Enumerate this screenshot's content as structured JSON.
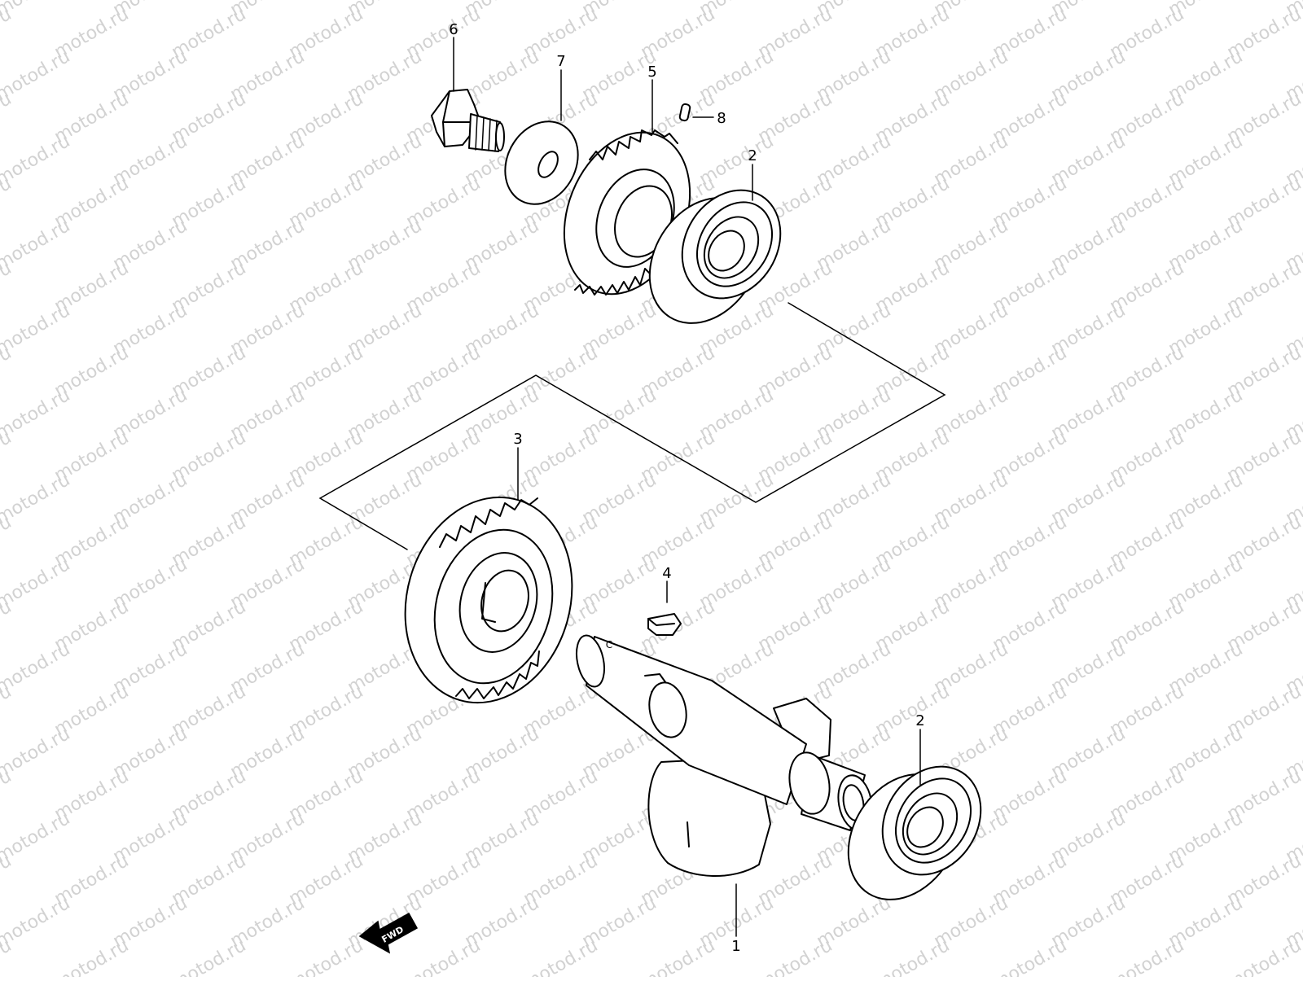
{
  "watermark": "motod.ru",
  "callouts": {
    "part_1": "1",
    "part_2_upper": "2",
    "part_2_lower": "2",
    "part_3": "3",
    "part_4": "4",
    "part_5": "5",
    "part_6": "6",
    "part_7": "7",
    "part_8": "8",
    "mark_c": "C"
  },
  "fwd_label": "FWD",
  "colors": {
    "ink": "#000000",
    "watermark": "#d2d2d2",
    "background": "#ffffff"
  }
}
